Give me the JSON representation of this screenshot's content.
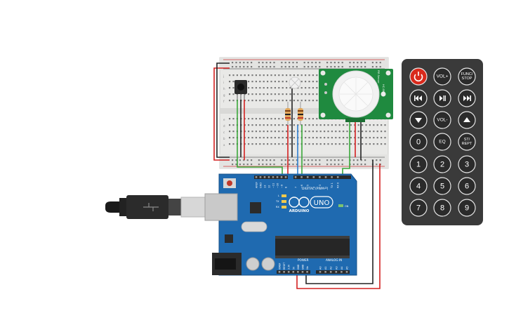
{
  "arduino": {
    "brand": "ARDUINO",
    "model": "UNO",
    "digital_label": "DIGITAL (PWM~)",
    "analog_label": "ANALOG IN",
    "power_label": "POWER",
    "on_label": "ON",
    "led_labels": [
      "L",
      "TX",
      "RX"
    ],
    "top_pins": [
      "AREF",
      "GND",
      "13",
      "12",
      "~11",
      "~10",
      "~9",
      "8",
      "7",
      "~6",
      "~5",
      "4",
      "~3",
      "2",
      "TX 1",
      "RX 0"
    ],
    "power_pins": [
      "IOREF",
      "RESET",
      "3.3V",
      "5V",
      "GND",
      "GND",
      "Vin"
    ],
    "analog_pins": [
      "A0",
      "A1",
      "A2",
      "A3",
      "A4",
      "A5"
    ]
  },
  "pir_sensor": {
    "labels": [
      "HC-SR501",
      "PIR Sensor"
    ]
  },
  "breadboard": {
    "row_letters": [
      "j",
      "i",
      "h",
      "g",
      "f",
      "e",
      "d",
      "c",
      "b",
      "a"
    ]
  },
  "remote": {
    "buttons": [
      {
        "id": "power",
        "label": "",
        "icon": "power-icon"
      },
      {
        "id": "vol-up",
        "label": "VOL+"
      },
      {
        "id": "func-stop",
        "label": "FUNC/\nSTOP"
      },
      {
        "id": "prev",
        "label": "",
        "icon": "skip-back-icon"
      },
      {
        "id": "play-pause",
        "label": "",
        "icon": "play-pause-icon"
      },
      {
        "id": "next",
        "label": "",
        "icon": "skip-forward-icon"
      },
      {
        "id": "down",
        "label": "",
        "icon": "triangle-down-icon"
      },
      {
        "id": "vol-down",
        "label": "VOL-"
      },
      {
        "id": "up",
        "label": "",
        "icon": "triangle-up-icon"
      },
      {
        "id": "zero",
        "label": "0"
      },
      {
        "id": "eq",
        "label": "EQ"
      },
      {
        "id": "st-rept",
        "label": "ST/\nREPT"
      },
      {
        "id": "one",
        "label": "1"
      },
      {
        "id": "two",
        "label": "2"
      },
      {
        "id": "three",
        "label": "3"
      },
      {
        "id": "four",
        "label": "4"
      },
      {
        "id": "five",
        "label": "5"
      },
      {
        "id": "six",
        "label": "6"
      },
      {
        "id": "seven",
        "label": "7"
      },
      {
        "id": "eight",
        "label": "8"
      },
      {
        "id": "nine",
        "label": "9"
      }
    ]
  },
  "colors": {
    "board": "#1f6ab0",
    "breadboard": "#e8e8e6",
    "remote": "#3a3a3a",
    "power_button": "#d92a1c",
    "wire_red": "#d32020",
    "wire_black": "#222222",
    "wire_green": "#3aa83a",
    "wire_blue": "#2f7fd1",
    "pir_pcb": "#1f8a3f"
  }
}
